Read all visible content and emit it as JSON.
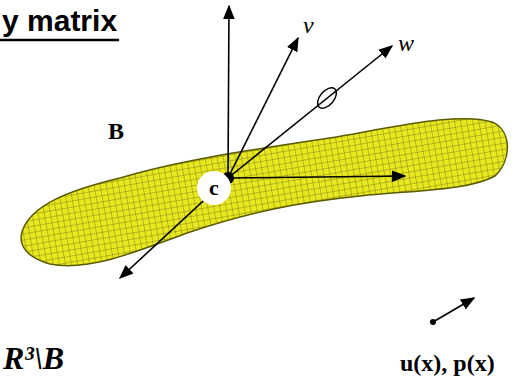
{
  "diagram": {
    "nodes": [
      {
        "text": [
          "c"
        ]
      }
    ],
    "labels": [
      "y matrix",
      "B",
      "v",
      "w",
      "R³\\B",
      "u(x), p(x)"
    ]
  }
}
